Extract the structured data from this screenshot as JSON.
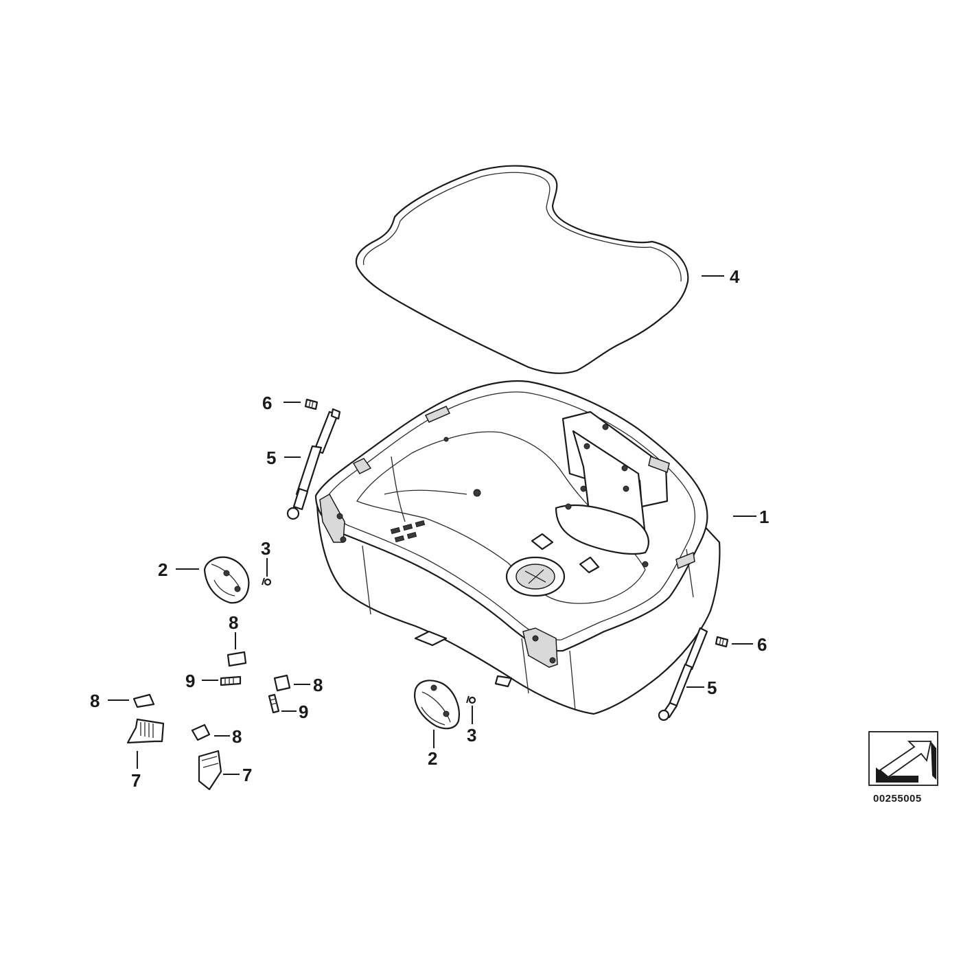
{
  "diagram": {
    "reference_number": "00255005",
    "callouts": [
      {
        "id": "c1",
        "label": "1"
      },
      {
        "id": "c2a",
        "label": "2"
      },
      {
        "id": "c2b",
        "label": "2"
      },
      {
        "id": "c3a",
        "label": "3"
      },
      {
        "id": "c3b",
        "label": "3"
      },
      {
        "id": "c4",
        "label": "4"
      },
      {
        "id": "c5a",
        "label": "5"
      },
      {
        "id": "c5b",
        "label": "5"
      },
      {
        "id": "c6a",
        "label": "6"
      },
      {
        "id": "c6b",
        "label": "6"
      },
      {
        "id": "c7a",
        "label": "7"
      },
      {
        "id": "c7b",
        "label": "7"
      },
      {
        "id": "c8a",
        "label": "8"
      },
      {
        "id": "c8b",
        "label": "8"
      },
      {
        "id": "c8c",
        "label": "8"
      },
      {
        "id": "c8d",
        "label": "8"
      },
      {
        "id": "c9a",
        "label": "9"
      },
      {
        "id": "c9b",
        "label": "9"
      }
    ]
  },
  "icons": {
    "direction_badge": "front-arrow-icon"
  }
}
